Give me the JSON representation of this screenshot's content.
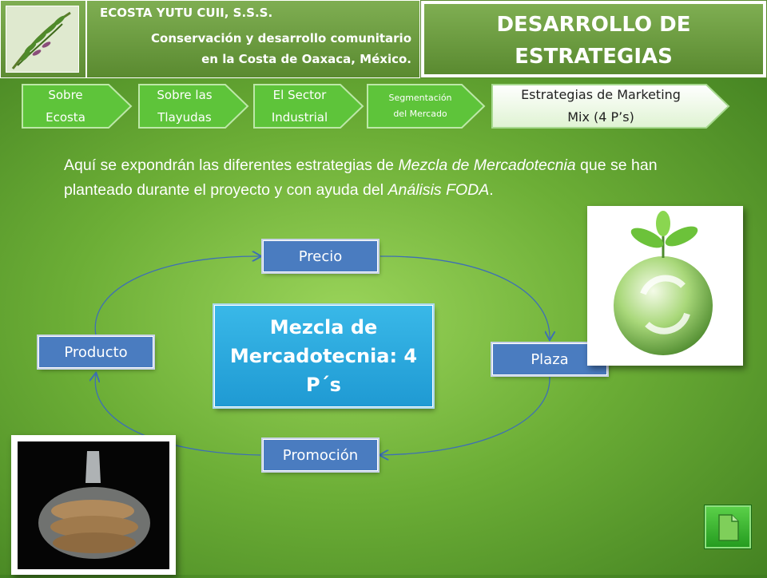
{
  "header": {
    "org_name": "ECOSTA YUTU CUII, S.S.S.",
    "org_subtitle_line1": "Conservación y desarrollo comunitario",
    "org_subtitle_line2": "en la Costa de Oaxaca, México.",
    "title_line1": "DESARROLLO DE",
    "title_line2": "ESTRATEGIAS"
  },
  "nav": [
    {
      "line1": "Sobre",
      "line2": "Ecosta"
    },
    {
      "line1": "Sobre las",
      "line2": "Tlayudas"
    },
    {
      "line1": "El Sector",
      "line2": "Industrial"
    },
    {
      "line1": "Segmentación",
      "line2": "del Mercado"
    },
    {
      "line1": "Estrategias de Marketing",
      "line2": "Mix (4 P’s)"
    }
  ],
  "intro": {
    "part1": "Aquí se expondrán las diferentes estrategias de ",
    "em1": "Mezcla de Mercadotecnia",
    "part2": " que se han planteado durante el proyecto y con ayuda del ",
    "em2": "Análisis FODA",
    "part3": "."
  },
  "cycle": {
    "center_line1": "Mezcla de",
    "center_line2": "Mercadotecnia: 4",
    "center_line3": "P´s",
    "precio": "Precio",
    "plaza": "Plaza",
    "promocion": "Promoción",
    "producto": "Producto"
  },
  "colors": {
    "header_green": "#6b9c3f",
    "nav_green": "#5ec43a",
    "box_blue": "#4a7cc0",
    "center_blue": "#2aa9de",
    "arrow_blue": "#3e6fb5"
  },
  "icons": {
    "logo": "plant-logo-icon",
    "next": "document-icon"
  }
}
